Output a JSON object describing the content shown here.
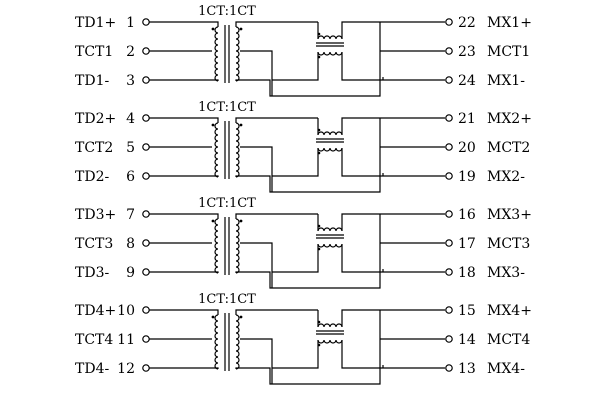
{
  "diagram": {
    "channels": [
      {
        "ratio": "1CT:1CT",
        "left_pins": [
          {
            "name": "TD1+",
            "num": "1"
          },
          {
            "name": "TCT1",
            "num": "2"
          },
          {
            "name": "TD1-",
            "num": "3"
          }
        ],
        "right_pins": [
          {
            "num": "22",
            "name": "MX1+"
          },
          {
            "num": "23",
            "name": "MCT1"
          },
          {
            "num": "24",
            "name": "MX1-"
          }
        ]
      },
      {
        "ratio": "1CT:1CT",
        "left_pins": [
          {
            "name": "TD2+",
            "num": "4"
          },
          {
            "name": "TCT2",
            "num": "5"
          },
          {
            "name": "TD2-",
            "num": "6"
          }
        ],
        "right_pins": [
          {
            "num": "21",
            "name": "MX2+"
          },
          {
            "num": "20",
            "name": "MCT2"
          },
          {
            "num": "19",
            "name": "MX2-"
          }
        ]
      },
      {
        "ratio": "1CT:1CT",
        "left_pins": [
          {
            "name": "TD3+",
            "num": "7"
          },
          {
            "name": "TCT3",
            "num": "8"
          },
          {
            "name": "TD3-",
            "num": "9"
          }
        ],
        "right_pins": [
          {
            "num": "16",
            "name": "MX3+"
          },
          {
            "num": "17",
            "name": "MCT3"
          },
          {
            "num": "18",
            "name": "MX3-"
          }
        ]
      },
      {
        "ratio": "1CT:1CT",
        "left_pins": [
          {
            "name": "TD4+",
            "num": "10"
          },
          {
            "name": "TCT4",
            "num": "11"
          },
          {
            "name": "TD4-",
            "num": "12"
          }
        ],
        "right_pins": [
          {
            "num": "15",
            "name": "MX4+"
          },
          {
            "num": "14",
            "name": "MCT4"
          },
          {
            "num": "13",
            "name": "MX4-"
          }
        ]
      }
    ]
  }
}
